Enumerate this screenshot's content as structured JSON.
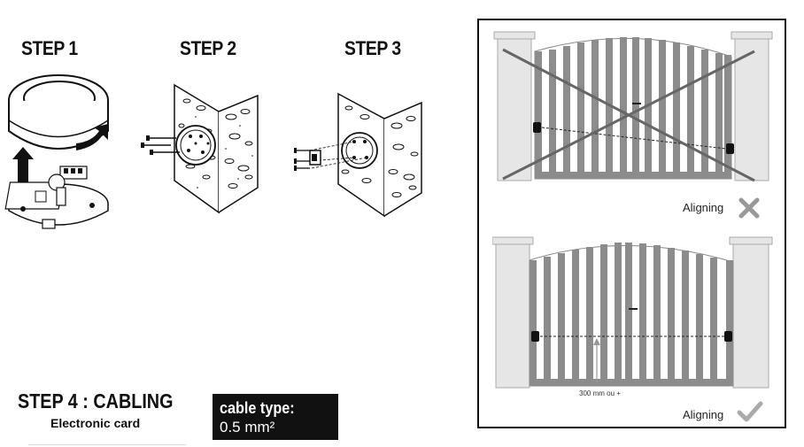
{
  "steps": {
    "step1": "STEP 1",
    "step2": "STEP 2",
    "step3": "STEP 3",
    "step4": "STEP 4 : CABLING",
    "step4_sub": "Electronic card"
  },
  "cable": {
    "label": "cable type:",
    "value": "0.5 mm²"
  },
  "gates": {
    "wrong_label": "Aligning",
    "right_label": "Aligning",
    "distance_label": "300 mm ou +"
  }
}
